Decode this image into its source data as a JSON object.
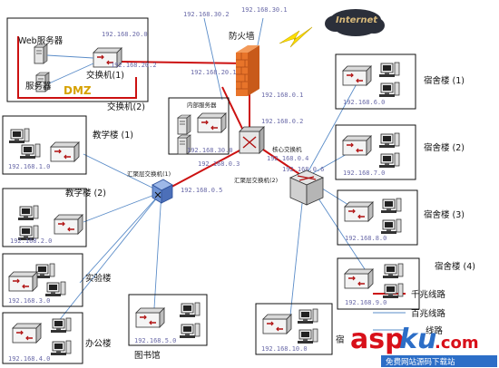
{
  "colors": {
    "gigabit": "#cc1111",
    "fast": "#5a8cc8",
    "ip": "#6a6aa8",
    "dmz": "#d6a100",
    "firewall": "#e8742a",
    "internet": "#2b2f3a",
    "lightning": "#ffe000",
    "watermark_red": "#d8101a",
    "watermark_blue": "#2c6ec7"
  },
  "icons": {
    "switch": "switch-icon",
    "server": "server-icon",
    "pc": "pc-icon",
    "firewall": "brick-firewall-icon",
    "cloud": "cloud-icon",
    "lightning": "lightning-icon"
  },
  "top": {
    "ip_30_2": "192.168.30.2",
    "ip_30_1": "192.168.30.1",
    "firewall_label": "防火墙",
    "internet_label": "Internet",
    "ip_20_1": "192.168.20.1",
    "ip_0_1": "192.168.0.1",
    "ip_0_2": "192.168.0.2"
  },
  "dmz": {
    "web_label": "Web服务器",
    "server_label": "服务器",
    "switch_label": "交换机(1)",
    "ip_20_0": "192.168.20.0",
    "ip_20_2": "192.168.20.2",
    "dmz_label": "DMZ",
    "switch2_label": "交换机(2)"
  },
  "internal": {
    "label": "内部服务器",
    "ip_30_0": "192.168.30.0"
  },
  "core": {
    "label": "核心交换机",
    "ip_0_4": "192.168.0.4",
    "ip_0_6": "192.168.0.6",
    "ip_0_3": "192.168.0.3"
  },
  "agg1": {
    "label": "汇聚层交换机(1)",
    "ip_0_5": "192.168.0.5"
  },
  "agg2": {
    "label": "汇聚层交换机(2)"
  },
  "left_buildings": [
    {
      "label": "教学楼 (1)",
      "ip": "192.168.1.0"
    },
    {
      "label": "教学楼 (2)",
      "ip": "192.168.2.0"
    },
    {
      "label": "实验楼",
      "ip": "192.168.3.0"
    },
    {
      "label": "办公楼",
      "ip": "192.168.4.0"
    }
  ],
  "library": {
    "label": "图书馆",
    "ip": "192.168.5.0"
  },
  "right_buildings": [
    {
      "label": "宿舍楼 (1)",
      "ip": "192.168.6.0"
    },
    {
      "label": "宿舍楼 (2)",
      "ip": "192.168.7.0"
    },
    {
      "label": "宿舍楼 (3)",
      "ip": "192.168.8.0"
    },
    {
      "label": "宿舍楼 (4)",
      "ip": "192.168.9.0"
    },
    {
      "label": "宿",
      "ip": "192.168.10.0"
    }
  ],
  "legend": {
    "gigabit": "千兆线路",
    "fast": "百兆线路",
    "third": "线路"
  },
  "watermark": {
    "asp": "asp",
    "ku": "ku",
    "com": ".com",
    "sub": "免费网站源码下载站"
  }
}
